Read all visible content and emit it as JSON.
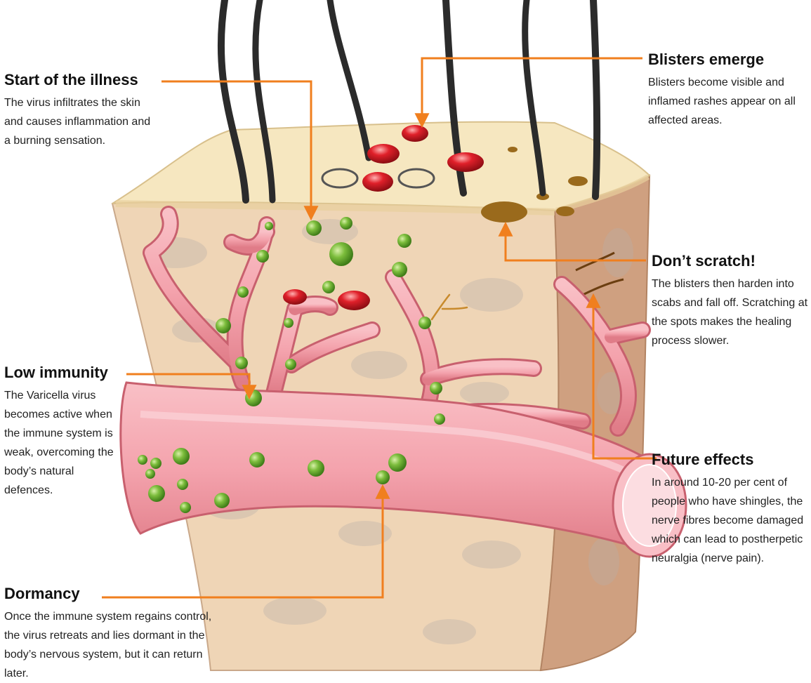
{
  "callouts": {
    "start": {
      "title": "Start of the illness",
      "body": "The virus infiltrates the skin and causes inflammation and a burning sensation."
    },
    "blisters": {
      "title": "Blisters emerge",
      "body": "Blisters become visible and inflamed rashes appear on all affected areas."
    },
    "scratch": {
      "title": "Don’t scratch!",
      "body": "The blisters then harden into scabs and fall off. Scratching at the spots makes the healing process slower."
    },
    "low_immunity": {
      "title": "Low immunity",
      "body": "The Varicella virus becomes active when the immune system is weak, overcoming the body’s natural defences."
    },
    "future": {
      "title": "Future effects",
      "body": "In around 10-20 per cent of people who have shingles, the nerve fibres become damaged which can lead to postherpetic neuralgia (nerve pain)."
    },
    "dormancy": {
      "title": "Dormancy",
      "body": "Once the immune system regains control, the virus retreats and lies dormant in the body’s nervous system, but it can return later."
    }
  },
  "colors": {
    "leader_line": "#f07f1e",
    "skin_surface": "#f6e7c0",
    "dermis": "#efd5b6",
    "side_face": "#cfa080",
    "nerve": "#f4a3ad",
    "virus": "#7cbd3c",
    "blister": "#e0202a",
    "hair": "#2b2b2b"
  }
}
